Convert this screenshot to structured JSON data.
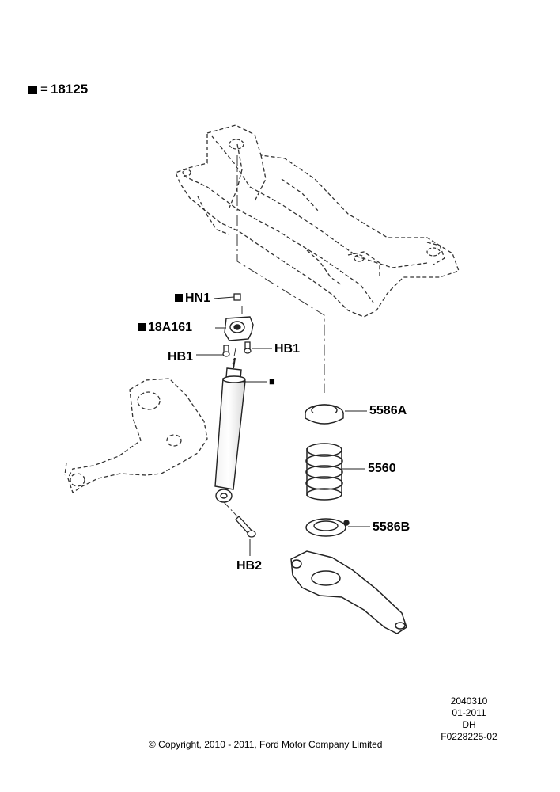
{
  "legend": {
    "marker": "■",
    "equals": "=",
    "code": "18125"
  },
  "callouts": {
    "hn1": "HN1",
    "c18a161": "18A161",
    "hb1_left": "HB1",
    "hb1_right": "HB1",
    "shock_marker": "■",
    "c5586a": "5586A",
    "c5560": "5560",
    "c5586b": "5586B",
    "hb2": "HB2"
  },
  "meta": {
    "line1": "2040310",
    "line2": "01-2011",
    "line3": "DH",
    "line4": "F0228225-02"
  },
  "copyright": "© Copyright, 2010 - 2011, Ford Motor Company Limited"
}
